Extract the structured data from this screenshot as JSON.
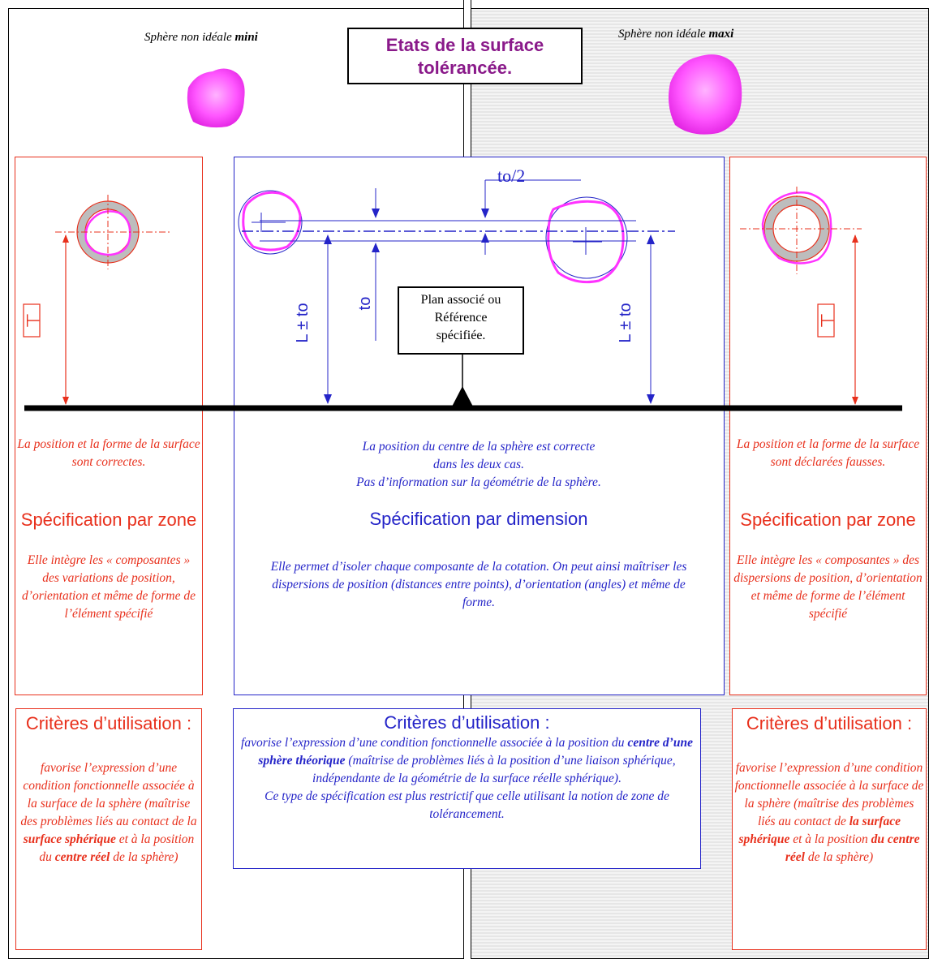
{
  "header": {
    "left_caption_prefix": "Sphère non idéale ",
    "left_caption_strong": "mini",
    "right_caption_prefix": "Sphère non idéale ",
    "right_caption_strong": "maxi",
    "title": "Etats de la surface\ntolérancée."
  },
  "diagram": {
    "dim_half": "to/2",
    "dim_to": "to",
    "dim_L_left": "L ± to",
    "dim_L_right": "L ± to",
    "plan_box": "Plan associé ou\nRéférence\nspécifiée.",
    "perp_symbol_left": "⊥",
    "perp_symbol_right": "⊥"
  },
  "left_zone": {
    "statement": "La position et la forme de la surface sont correctes.",
    "heading": "Spécification par zone",
    "body": "Elle intègre les « composantes » des variations de position, d’orientation et même de forme de l’élément spécifié"
  },
  "center_zone": {
    "statement": "La position du centre de la sphère est correcte\ndans les deux cas.\nPas d’information sur la géométrie de la sphère.",
    "heading": "Spécification par dimension",
    "body": "Elle permet d’isoler chaque composante de la cotation. On peut ainsi maîtriser les dispersions de position (distances entre points), d’orientation (angles) et même de forme."
  },
  "right_zone": {
    "statement": "La position et la forme de la surface sont déclarées fausses.",
    "heading": "Spécification par zone",
    "body": "Elle intègre les « composantes » des dispersions de position, d’orientation et même de forme de l’élément spécifié"
  },
  "left_criteria": {
    "heading": "Critères d’utilisation :",
    "text_a": "favorise l’expression d’une condition fonctionnelle associée à la surface de la sphère (maîtrise des problèmes liés au contact de la ",
    "strong_a": "surface sphérique",
    "text_b": " et à la position du ",
    "strong_b": "centre réel",
    "text_c": " de la sphère)"
  },
  "center_criteria": {
    "heading": "Critères d’utilisation :",
    "text_a": "favorise l’expression d’une condition fonctionnelle associée à la position du ",
    "strong_a": "centre d’une sphère théorique",
    "text_b": " (maîtrise de problèmes liés à la position d’une liaison sphérique, indépendante de la géométrie de la surface réelle sphérique).",
    "text_c": "Ce type de spécification est plus restrictif que celle utilisant la notion de zone de tolérancement."
  },
  "right_criteria": {
    "heading": "Critères d’utilisation :",
    "text_a": "favorise l’expression d’une condition fonctionnelle associée à la surface de la sphère (maîtrise des problèmes liés au contact de ",
    "strong_a": "la surface sphérique",
    "text_b": " et à la position ",
    "strong_b": "du centre réel",
    "text_c": " de la sphère)"
  },
  "colors": {
    "red": "#e8301c",
    "blue": "#2424c8",
    "magenta": "#ff33ff",
    "title_purple": "#8a1a8a"
  }
}
